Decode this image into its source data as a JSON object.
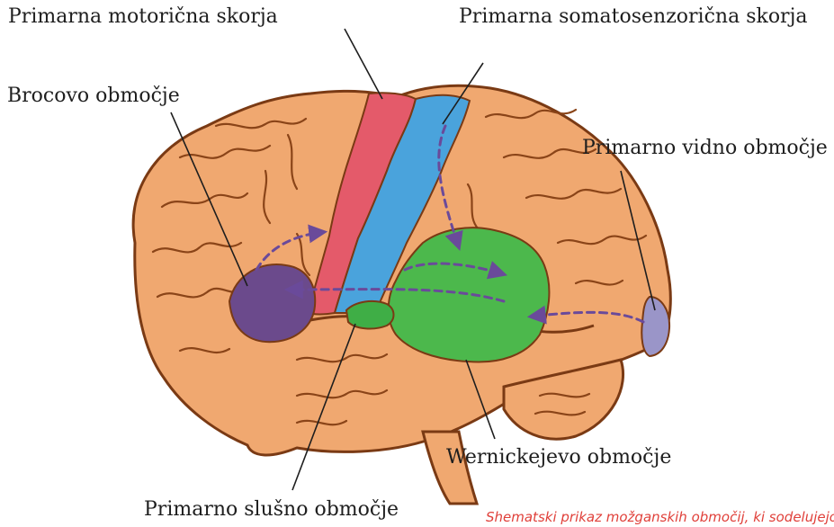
{
  "labels": {
    "motor": "Primarna motorična skorja",
    "somatosensory": "Primarna somatosenzorična skorja",
    "broca": "Brocovo območje",
    "visual": "Primarno vidno območje",
    "wernicke": "Wernickejevo območje",
    "auditory": "Primarno slušno območje"
  },
  "caption": "Shematski prikaz možganskih območij, ki sodelujejo",
  "colors": {
    "cortex": "#f0a870",
    "cortex_outline": "#7a3a14",
    "motor": "#e45a6a",
    "somatosensory": "#4aa3dc",
    "broca": "#6b4a8c",
    "wernicke": "#4cb84c",
    "auditory": "#3fae46",
    "visual": "#9a95c8",
    "pathway": "#6a4a9a",
    "caption": "#e0403a"
  }
}
